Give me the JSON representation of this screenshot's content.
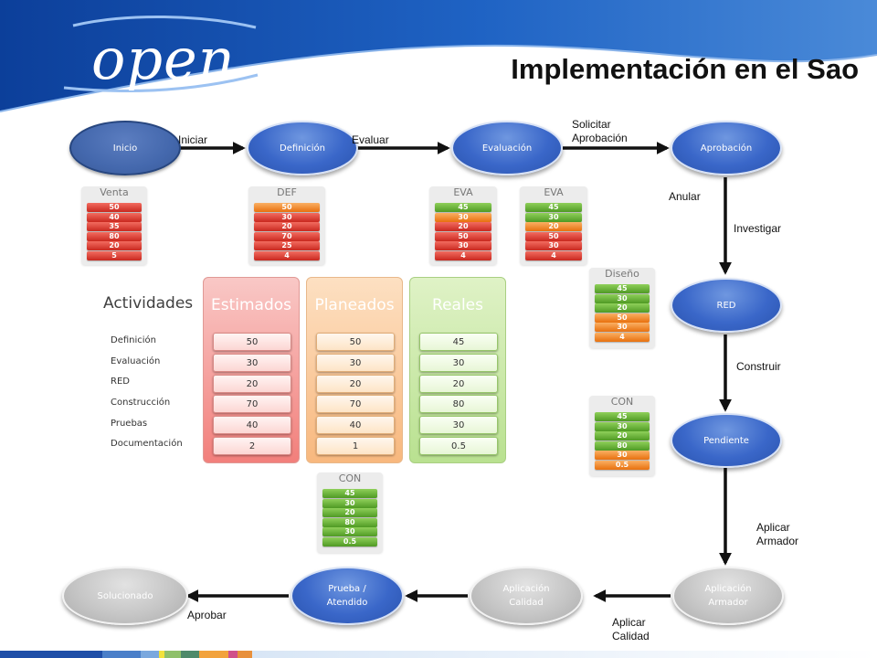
{
  "header": {
    "logo": "open",
    "title": "Implementación en el Sao"
  },
  "colors": {
    "blue_node": "#3a67c9",
    "gray_node": "#c6c6c6",
    "bar_red": "#d8342a",
    "bar_green": "#5aa630",
    "bar_orange": "#f08020",
    "arrow": "#111111"
  },
  "nodes": {
    "inicio": "Inicio",
    "definicion": "Definición",
    "evaluacion": "Evaluación",
    "aprobacion": "Aprobación",
    "red": "RED",
    "pendiente": "Pendiente",
    "aplicacion_armador": [
      "Aplicación",
      "Armador"
    ],
    "aplicacion_calidad": [
      "Aplicación",
      "Calidad"
    ],
    "prueba_atendido": [
      "Prueba /",
      "Atendido"
    ],
    "solucionado": "Solucionado"
  },
  "edges": {
    "iniciar": "Iniciar",
    "evaluar": "Evaluar",
    "solicitar_aprobacion": [
      "Solicitar",
      "Aprobación"
    ],
    "anular": "Anular",
    "investigar": "Investigar",
    "construir": "Construir",
    "aplicar_armador": [
      "Aplicar",
      "Armador"
    ],
    "aplicar_calidad": [
      "Aplicar",
      "Calidad"
    ],
    "aprobar": "Aprobar"
  },
  "mini_charts": {
    "venta": {
      "title": "Venta",
      "bars": [
        {
          "v": "50",
          "c": "red"
        },
        {
          "v": "40",
          "c": "red"
        },
        {
          "v": "35",
          "c": "red"
        },
        {
          "v": "80",
          "c": "red"
        },
        {
          "v": "20",
          "c": "red"
        },
        {
          "v": "5",
          "c": "red"
        }
      ]
    },
    "def": {
      "title": "DEF",
      "bars": [
        {
          "v": "50",
          "c": "orange"
        },
        {
          "v": "30",
          "c": "red"
        },
        {
          "v": "20",
          "c": "red"
        },
        {
          "v": "70",
          "c": "red"
        },
        {
          "v": "25",
          "c": "red"
        },
        {
          "v": "4",
          "c": "red"
        }
      ]
    },
    "eva1": {
      "title": "EVA",
      "bars": [
        {
          "v": "45",
          "c": "green"
        },
        {
          "v": "30",
          "c": "orange"
        },
        {
          "v": "20",
          "c": "red"
        },
        {
          "v": "50",
          "c": "red"
        },
        {
          "v": "30",
          "c": "red"
        },
        {
          "v": "4",
          "c": "red"
        }
      ]
    },
    "eva2": {
      "title": "EVA",
      "bars": [
        {
          "v": "45",
          "c": "green"
        },
        {
          "v": "30",
          "c": "green"
        },
        {
          "v": "20",
          "c": "orange"
        },
        {
          "v": "50",
          "c": "red"
        },
        {
          "v": "30",
          "c": "red"
        },
        {
          "v": "4",
          "c": "red"
        }
      ]
    },
    "diseno": {
      "title": "Diseño",
      "bars": [
        {
          "v": "45",
          "c": "green"
        },
        {
          "v": "30",
          "c": "green"
        },
        {
          "v": "20",
          "c": "green"
        },
        {
          "v": "50",
          "c": "orange"
        },
        {
          "v": "30",
          "c": "orange"
        },
        {
          "v": "4",
          "c": "orange"
        }
      ]
    },
    "con1": {
      "title": "CON",
      "bars": [
        {
          "v": "45",
          "c": "green"
        },
        {
          "v": "30",
          "c": "green"
        },
        {
          "v": "20",
          "c": "green"
        },
        {
          "v": "80",
          "c": "green"
        },
        {
          "v": "30",
          "c": "orange"
        },
        {
          "v": "0.5",
          "c": "orange"
        }
      ]
    },
    "con2": {
      "title": "CON",
      "bars": [
        {
          "v": "45",
          "c": "green"
        },
        {
          "v": "30",
          "c": "green"
        },
        {
          "v": "20",
          "c": "green"
        },
        {
          "v": "80",
          "c": "green"
        },
        {
          "v": "30",
          "c": "green"
        },
        {
          "v": "0.5",
          "c": "green"
        }
      ]
    }
  },
  "table": {
    "actividades_label": "Actividades",
    "activities": [
      "Definición",
      "Evaluación",
      "RED",
      "Construcción",
      "Pruebas",
      "Documentación"
    ],
    "columns": [
      {
        "title": "Estimados",
        "color": "red",
        "values": [
          "50",
          "30",
          "20",
          "70",
          "40",
          "2"
        ]
      },
      {
        "title": "Planeados",
        "color": "orange",
        "values": [
          "50",
          "30",
          "20",
          "70",
          "40",
          "1"
        ]
      },
      {
        "title": "Reales",
        "color": "green",
        "values": [
          "45",
          "30",
          "20",
          "80",
          "30",
          "0.5"
        ]
      }
    ]
  }
}
